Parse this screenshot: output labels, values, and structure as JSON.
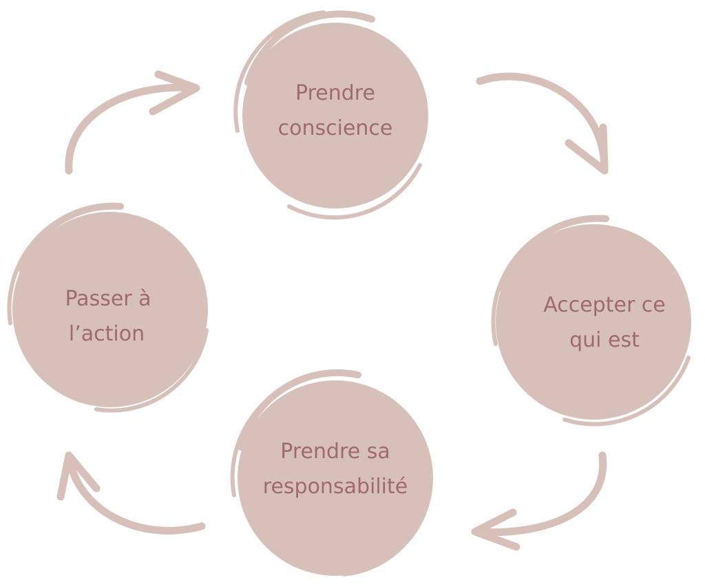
{
  "diagram": {
    "type": "cycle",
    "steps": [
      {
        "line1": "Prendre",
        "line2": "conscience"
      },
      {
        "line1": "Accepter ce",
        "line2": "qui est"
      },
      {
        "line1": "Prendre sa",
        "line2": "responsabilité"
      },
      {
        "line1": "Passer à",
        "line2": "l’action"
      }
    ],
    "colors": {
      "circle": "#d8c0ba",
      "text": "#a06a6a",
      "arrow": "#d8c0ba"
    }
  }
}
